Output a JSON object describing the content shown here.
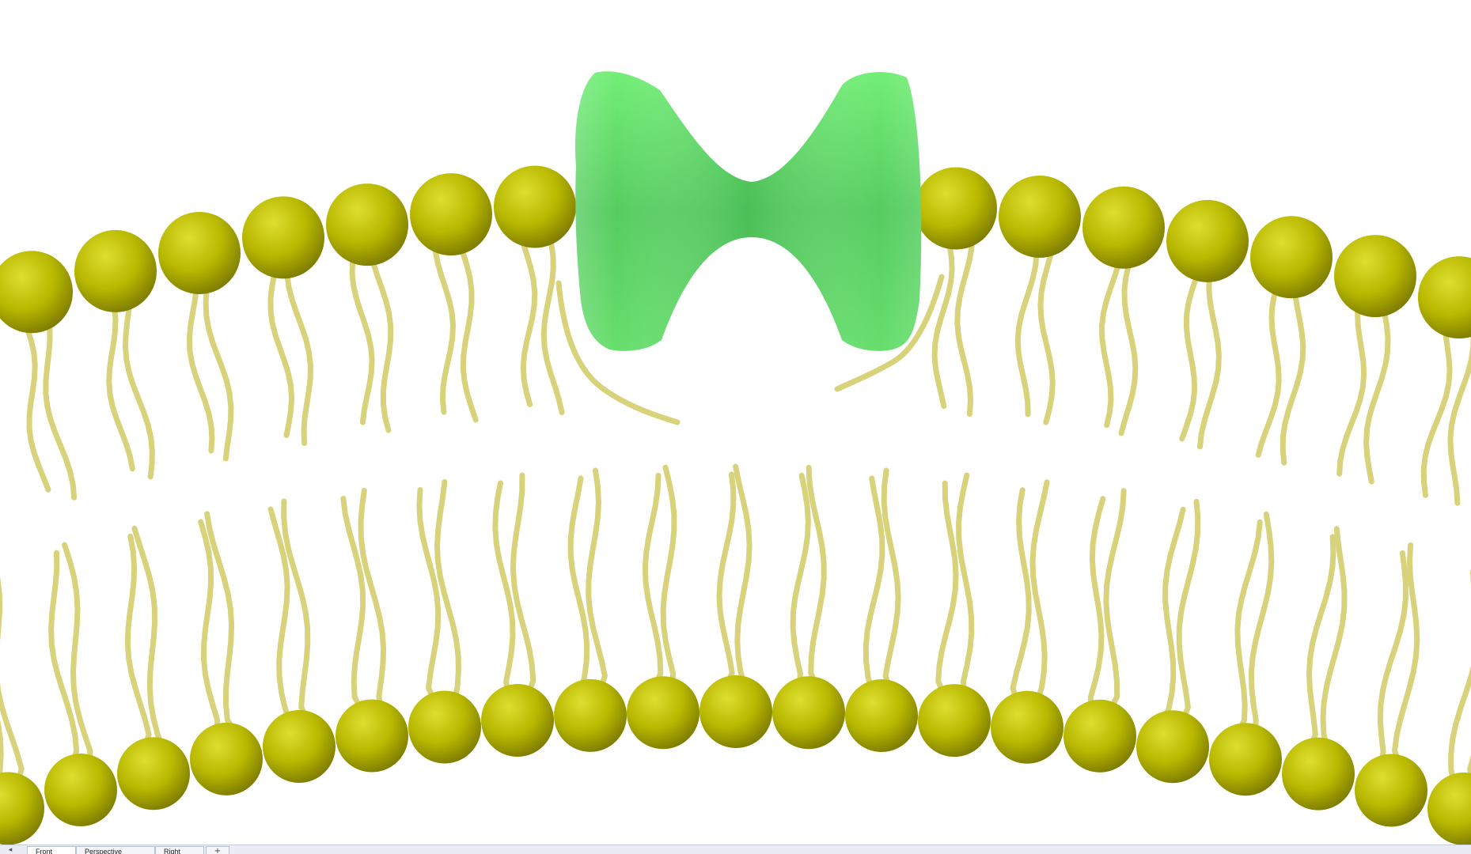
{
  "colors": {
    "head": "#b8b800",
    "tail": "#d8d27a",
    "protein": "#5fdc6a",
    "background": "#ffffff"
  },
  "icons": {
    "prev": "triangle-left",
    "add": "plus"
  },
  "tabs": [
    {
      "label": "Front",
      "active": true
    },
    {
      "label": "Perspective",
      "active": false
    },
    {
      "label": "Right",
      "active": false
    }
  ]
}
